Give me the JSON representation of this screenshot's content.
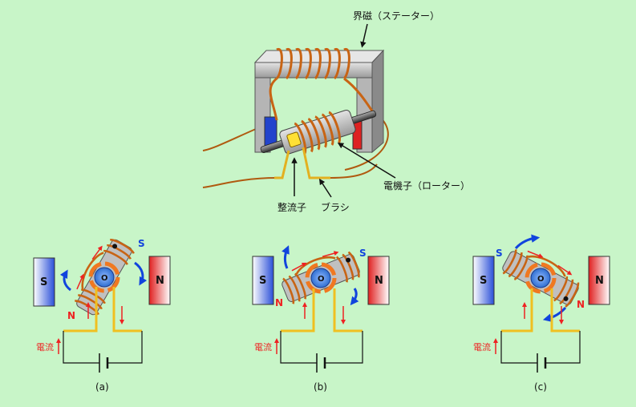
{
  "labels": {
    "field": "界磁（ステーター）",
    "armature": "電機子（ローター）",
    "commutator": "整流子",
    "brush": "ブラシ"
  },
  "panels": [
    {
      "caption": "(a)",
      "pole_left": "S",
      "pole_right": "N",
      "rotor_s": "S",
      "rotor_n": "N",
      "current": "電流",
      "rotor_center": "O"
    },
    {
      "caption": "(b)",
      "pole_left": "S",
      "pole_right": "N",
      "rotor_s": "S",
      "rotor_n": "N",
      "current": "電流",
      "rotor_center": "O"
    },
    {
      "caption": "(c)",
      "pole_left": "S",
      "pole_right": "N",
      "rotor_s": "S",
      "rotor_n": "N",
      "current": "電流",
      "rotor_center": "O"
    }
  ],
  "colors": {
    "background": "#c8f5c8",
    "magnet_s": "#2244cc",
    "magnet_n": "#dd2222",
    "coil": "#c86414",
    "brush_wire": "#f0c020",
    "current_arrow": "#ee2222",
    "rotation_arrow": "#1144dd",
    "rotor_hub": "#2f6fd0"
  }
}
